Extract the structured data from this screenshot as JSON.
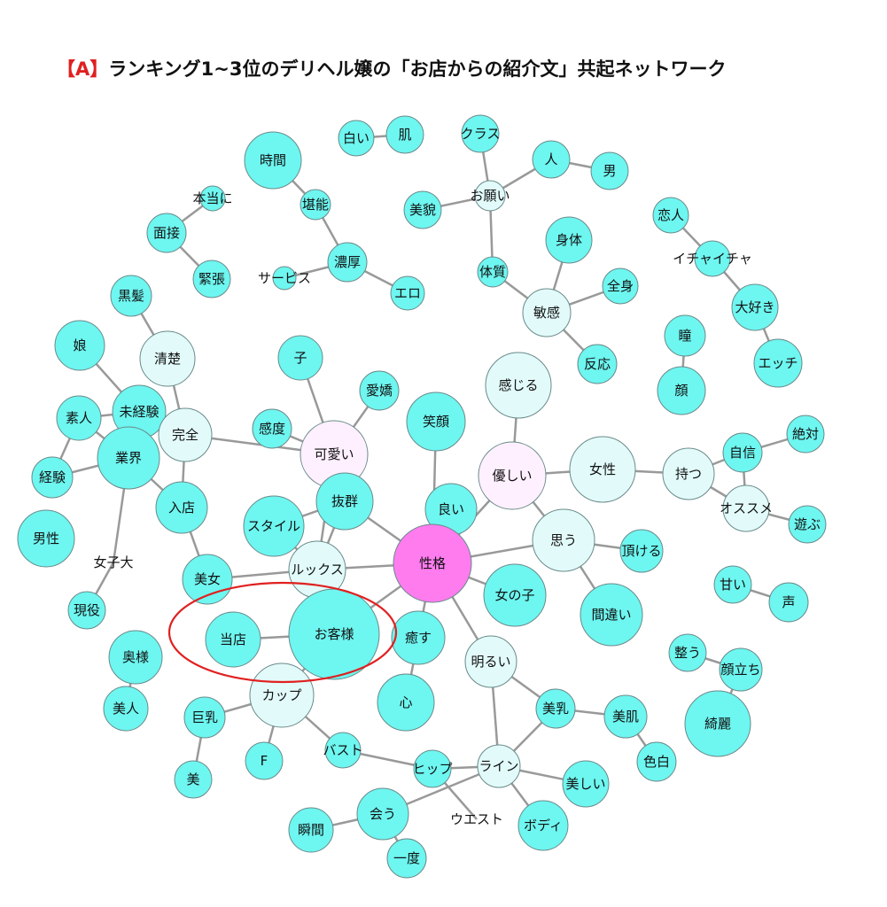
{
  "title": {
    "mark": "【A】",
    "text": "ランキング1~3位のデリヘル嬢の「お店からの紹介文」共起ネットワーク"
  },
  "colors": {
    "node_default": "#6EF6F0",
    "node_light": "#E2FBFA",
    "node_pale": "#FFF0FF",
    "node_pink": "#FF7CEF",
    "node_stroke": "#6A8A8A",
    "edge": "#999999",
    "highlight": "#E02020"
  },
  "nodes": [
    {
      "id": "hada",
      "label": "肌",
      "fill": "default"
    },
    {
      "id": "shiroi",
      "label": "白い",
      "fill": "default"
    },
    {
      "id": "jikan",
      "label": "時間",
      "fill": "default"
    },
    {
      "id": "kurasu",
      "label": "クラス",
      "fill": "default"
    },
    {
      "id": "hito",
      "label": "人",
      "fill": "default"
    },
    {
      "id": "otoko",
      "label": "男",
      "fill": "default"
    },
    {
      "id": "honto",
      "label": "本当に",
      "fill": "default"
    },
    {
      "id": "tanno",
      "label": "堪能",
      "fill": "default"
    },
    {
      "id": "bibou",
      "label": "美貌",
      "fill": "default"
    },
    {
      "id": "onegai",
      "label": "お願い",
      "fill": "light"
    },
    {
      "id": "mensetsu",
      "label": "面接",
      "fill": "default"
    },
    {
      "id": "koibito",
      "label": "恋人",
      "fill": "default"
    },
    {
      "id": "shintai",
      "label": "身体",
      "fill": "default"
    },
    {
      "id": "ichaicha",
      "label": "イチャイチャ",
      "fill": "default"
    },
    {
      "id": "kincho",
      "label": "緊張",
      "fill": "default"
    },
    {
      "id": "service",
      "label": "サービス",
      "fill": "default"
    },
    {
      "id": "noukou",
      "label": "濃厚",
      "fill": "default"
    },
    {
      "id": "taishitsu",
      "label": "体質",
      "fill": "default"
    },
    {
      "id": "zenshin",
      "label": "全身",
      "fill": "default"
    },
    {
      "id": "ero",
      "label": "エロ",
      "fill": "default"
    },
    {
      "id": "kokuhatsu",
      "label": "黒髪",
      "fill": "default"
    },
    {
      "id": "binkan",
      "label": "敏感",
      "fill": "light"
    },
    {
      "id": "daisuki",
      "label": "大好き",
      "fill": "default"
    },
    {
      "id": "musume",
      "label": "娘",
      "fill": "default"
    },
    {
      "id": "seiso",
      "label": "清楚",
      "fill": "light"
    },
    {
      "id": "ko",
      "label": "子",
      "fill": "default"
    },
    {
      "id": "hitomi",
      "label": "瞳",
      "fill": "default"
    },
    {
      "id": "hanno",
      "label": "反応",
      "fill": "default"
    },
    {
      "id": "ecchi",
      "label": "エッチ",
      "fill": "default"
    },
    {
      "id": "kanjiru",
      "label": "感じる",
      "fill": "light"
    },
    {
      "id": "aikyou",
      "label": "愛嬌",
      "fill": "default"
    },
    {
      "id": "kao",
      "label": "顔",
      "fill": "default"
    },
    {
      "id": "mikeiken",
      "label": "未経験",
      "fill": "default"
    },
    {
      "id": "shirouto",
      "label": "素人",
      "fill": "default"
    },
    {
      "id": "egao",
      "label": "笑顔",
      "fill": "default"
    },
    {
      "id": "kanzen",
      "label": "完全",
      "fill": "light"
    },
    {
      "id": "kando",
      "label": "感度",
      "fill": "default"
    },
    {
      "id": "zettai",
      "label": "絶対",
      "fill": "default"
    },
    {
      "id": "jishin",
      "label": "自信",
      "fill": "default"
    },
    {
      "id": "kawaii",
      "label": "可愛い",
      "fill": "pale"
    },
    {
      "id": "gyokai",
      "label": "業界",
      "fill": "default"
    },
    {
      "id": "keiken",
      "label": "経験",
      "fill": "default"
    },
    {
      "id": "yasashii",
      "label": "優しい",
      "fill": "pale"
    },
    {
      "id": "josei",
      "label": "女性",
      "fill": "light"
    },
    {
      "id": "motsu",
      "label": "持つ",
      "fill": "light"
    },
    {
      "id": "osusume",
      "label": "オススメ",
      "fill": "light"
    },
    {
      "id": "batsugun",
      "label": "抜群",
      "fill": "default"
    },
    {
      "id": "yoi",
      "label": "良い",
      "fill": "default"
    },
    {
      "id": "asobu",
      "label": "遊ぶ",
      "fill": "default"
    },
    {
      "id": "nyuten",
      "label": "入店",
      "fill": "default"
    },
    {
      "id": "style",
      "label": "スタイル",
      "fill": "default"
    },
    {
      "id": "dansei",
      "label": "男性",
      "fill": "default"
    },
    {
      "id": "omou",
      "label": "思う",
      "fill": "light"
    },
    {
      "id": "itadakeru",
      "label": "頂ける",
      "fill": "default"
    },
    {
      "id": "joshidai",
      "label": "女子大",
      "fill": "none"
    },
    {
      "id": "seikaku",
      "label": "性格",
      "fill": "pink"
    },
    {
      "id": "looks",
      "label": "ルックス",
      "fill": "light"
    },
    {
      "id": "bijo",
      "label": "美女",
      "fill": "default"
    },
    {
      "id": "amai",
      "label": "甘い",
      "fill": "default"
    },
    {
      "id": "onnanoko",
      "label": "女の子",
      "fill": "default"
    },
    {
      "id": "koe",
      "label": "声",
      "fill": "default"
    },
    {
      "id": "machigai",
      "label": "間違い",
      "fill": "default"
    },
    {
      "id": "geneki",
      "label": "現役",
      "fill": "default"
    },
    {
      "id": "toten",
      "label": "当店",
      "fill": "default"
    },
    {
      "id": "okyakusama",
      "label": "お客様",
      "fill": "default"
    },
    {
      "id": "iyasu",
      "label": "癒す",
      "fill": "default"
    },
    {
      "id": "okusama",
      "label": "奥様",
      "fill": "default"
    },
    {
      "id": "totonou",
      "label": "整う",
      "fill": "default"
    },
    {
      "id": "akarui",
      "label": "明るい",
      "fill": "light"
    },
    {
      "id": "kaodachi",
      "label": "顔立ち",
      "fill": "default"
    },
    {
      "id": "cup",
      "label": "カップ",
      "fill": "light"
    },
    {
      "id": "kokoro",
      "label": "心",
      "fill": "default"
    },
    {
      "id": "bijin",
      "label": "美人",
      "fill": "default"
    },
    {
      "id": "kyonyu",
      "label": "巨乳",
      "fill": "default"
    },
    {
      "id": "binyu",
      "label": "美乳",
      "fill": "default"
    },
    {
      "id": "bihada",
      "label": "美肌",
      "fill": "default"
    },
    {
      "id": "kirei",
      "label": "綺麗",
      "fill": "default"
    },
    {
      "id": "bust",
      "label": "バスト",
      "fill": "default"
    },
    {
      "id": "F",
      "label": "F",
      "fill": "default"
    },
    {
      "id": "line",
      "label": "ライン",
      "fill": "light"
    },
    {
      "id": "shirohaku",
      "label": "色白",
      "fill": "default"
    },
    {
      "id": "hip",
      "label": "ヒップ",
      "fill": "default"
    },
    {
      "id": "bi",
      "label": "美",
      "fill": "default"
    },
    {
      "id": "utsukushii",
      "label": "美しい",
      "fill": "default"
    },
    {
      "id": "au",
      "label": "会う",
      "fill": "default"
    },
    {
      "id": "shunkan",
      "label": "瞬間",
      "fill": "default"
    },
    {
      "id": "waist",
      "label": "ウエスト",
      "fill": "none"
    },
    {
      "id": "body",
      "label": "ボディ",
      "fill": "default"
    },
    {
      "id": "ichido",
      "label": "一度",
      "fill": "default"
    }
  ],
  "edges": [
    [
      "shiroi",
      "hada"
    ],
    [
      "kurasu",
      "onegai"
    ],
    [
      "hito",
      "onegai"
    ],
    [
      "hito",
      "otoko"
    ],
    [
      "bibou",
      "onegai"
    ],
    [
      "onegai",
      "taishitsu"
    ],
    [
      "jikan",
      "tanno"
    ],
    [
      "tanno",
      "noukou"
    ],
    [
      "service",
      "noukou"
    ],
    [
      "noukou",
      "ero"
    ],
    [
      "honto",
      "mensetsu"
    ],
    [
      "mensetsu",
      "kincho"
    ],
    [
      "koibito",
      "ichaicha"
    ],
    [
      "ichaicha",
      "daisuki"
    ],
    [
      "daisuki",
      "ecchi"
    ],
    [
      "taishitsu",
      "binkan"
    ],
    [
      "shintai",
      "binkan"
    ],
    [
      "zenshin",
      "binkan"
    ],
    [
      "binkan",
      "hanno"
    ],
    [
      "hitomi",
      "kao"
    ],
    [
      "kanjiru",
      "yasashii"
    ],
    [
      "kokuhatsu",
      "seiso"
    ],
    [
      "seiso",
      "kanzen"
    ],
    [
      "musume",
      "mikeiken"
    ],
    [
      "mikeiken",
      "gyokai"
    ],
    [
      "mikeiken",
      "kanzen"
    ],
    [
      "shirouto",
      "mikeiken"
    ],
    [
      "shirouto",
      "gyokai"
    ],
    [
      "shirouto",
      "keiken"
    ],
    [
      "keiken",
      "gyokai"
    ],
    [
      "gyokai",
      "nyuten"
    ],
    [
      "gyokai",
      "joshidai"
    ],
    [
      "joshidai",
      "geneki"
    ],
    [
      "nyuten",
      "bijo"
    ],
    [
      "kanzen",
      "kawaii"
    ],
    [
      "kanzen",
      "nyuten"
    ],
    [
      "ko",
      "kawaii"
    ],
    [
      "kando",
      "kawaii"
    ],
    [
      "aikyou",
      "kawaii"
    ],
    [
      "kawaii",
      "batsugun"
    ],
    [
      "kawaii",
      "looks"
    ],
    [
      "egao",
      "seikaku"
    ],
    [
      "batsugun",
      "seikaku"
    ],
    [
      "batsugun",
      "style"
    ],
    [
      "batsugun",
      "looks"
    ],
    [
      "yoi",
      "seikaku"
    ],
    [
      "yasashii",
      "seikaku"
    ],
    [
      "yasashii",
      "josei"
    ],
    [
      "josei",
      "motsu"
    ],
    [
      "motsu",
      "jishin"
    ],
    [
      "jishin",
      "zettai"
    ],
    [
      "motsu",
      "osusume"
    ],
    [
      "osusume",
      "asobu"
    ],
    [
      "jishin",
      "osusume"
    ],
    [
      "seikaku",
      "omou"
    ],
    [
      "omou",
      "itadakeru"
    ],
    [
      "omou",
      "machigai"
    ],
    [
      "yasashii",
      "omou"
    ],
    [
      "seikaku",
      "looks"
    ],
    [
      "seikaku",
      "onnanoko"
    ],
    [
      "seikaku",
      "okyakusama"
    ],
    [
      "seikaku",
      "iyasu"
    ],
    [
      "seikaku",
      "akarui"
    ],
    [
      "style",
      "looks"
    ],
    [
      "bijo",
      "looks"
    ],
    [
      "toten",
      "okyakusama"
    ],
    [
      "okyakusama",
      "cup"
    ],
    [
      "iyasu",
      "kokoro"
    ],
    [
      "amai",
      "koe"
    ],
    [
      "totonou",
      "kaodachi"
    ],
    [
      "kaodachi",
      "kirei"
    ],
    [
      "okusama",
      "bijin"
    ],
    [
      "akarui",
      "line"
    ],
    [
      "akarui",
      "binyu"
    ],
    [
      "cup",
      "kyonyu"
    ],
    [
      "cup",
      "F"
    ],
    [
      "cup",
      "bust"
    ],
    [
      "kyonyu",
      "bi"
    ],
    [
      "binyu",
      "bihada"
    ],
    [
      "bihada",
      "shirohaku"
    ],
    [
      "binyu",
      "line"
    ],
    [
      "bust",
      "hip"
    ],
    [
      "hip",
      "line"
    ],
    [
      "hip",
      "waist"
    ],
    [
      "line",
      "utsukushii"
    ],
    [
      "line",
      "body"
    ],
    [
      "line",
      "au"
    ],
    [
      "au",
      "shunkan"
    ],
    [
      "au",
      "ichido"
    ]
  ],
  "highlight_ellipse": {
    "label": ""
  }
}
